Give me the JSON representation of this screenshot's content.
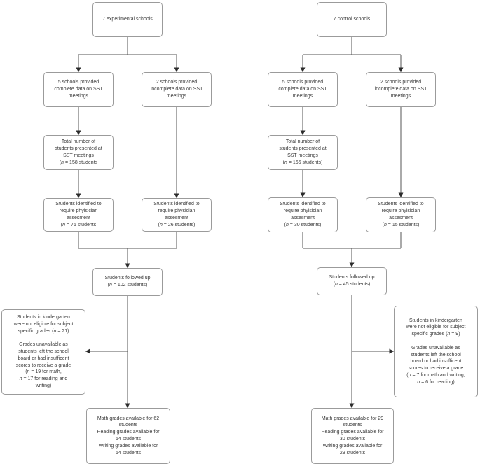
{
  "diagram": {
    "type": "flowchart",
    "colors": {
      "background": "#ffffff",
      "box_fill": "#ffffff",
      "box_border": "#9b9b9b",
      "line": "#555555",
      "arrow": "#2b2b2b",
      "text": "#3a3a3a"
    },
    "columns": [
      {
        "name": "experimental",
        "boxes": {
          "top": "7 experimental schools",
          "complete_data": "5 schools provided\ncomplete data on SST\nmeetings",
          "incomplete_data": "2 schools provided\nincomplete data on SST\nmeetings",
          "students_presented": "Total number of\nstudents presented at\nSST meetings\n(n = 158 students",
          "identified_complete": "Students identified to\nrequire phyisician\nassesment\n(n = 76 students",
          "identified_incomplete": "Students identified to\nrequire physician\nassesment\n(n = 26 students)",
          "followed_up": "Students followed up\n(n = 102 students)",
          "exclusions": "Students in kindergarten\nwere not eligible for subject\nspecific grades (n = 21)\n\nGrades unavailable as\nstudents left the school\nboard or had insufficent\nscores to receive a grade\n(n = 19 for math,\nn = 17 for reading and\nwriting)",
          "grades_available": "Math grades available for 62\nstudents\nReading grades available for\n64 students\nWriting grades available for\n64 students"
        }
      },
      {
        "name": "control",
        "boxes": {
          "top": "7 control schools",
          "complete_data": "5 schools provided\ncomplete data on SST\nmeetings",
          "incomplete_data": "2 schools provided\nincomplete data on SST\nmeetings",
          "students_presented": "Total number of\nstudents presented at\nSST meetings\n(n = 166 students)",
          "identified_complete": "Students identified to\nrequire phyisician\nassesment\n(n = 30 students)",
          "identified_incomplete": "Students identified to\nrequire phyisician\nassesment\n(n = 15 students)",
          "followed_up": "Students followed up\n(n = 45 students)",
          "exclusions": "Students in kindergarten\nwere not eligible for subject\nspecific grades (n = 9)\n\nGrades unavailable as\nstudents left the school\nboard or had insufficent\nscores to receive a grade\n(n = 7 for math and writing,\nn = 6 for reading)",
          "grades_available": "Math grades available for 29\nstudents\nReading grades available for\n30 students\nWriting grades available for\n29 students"
        }
      }
    ]
  }
}
